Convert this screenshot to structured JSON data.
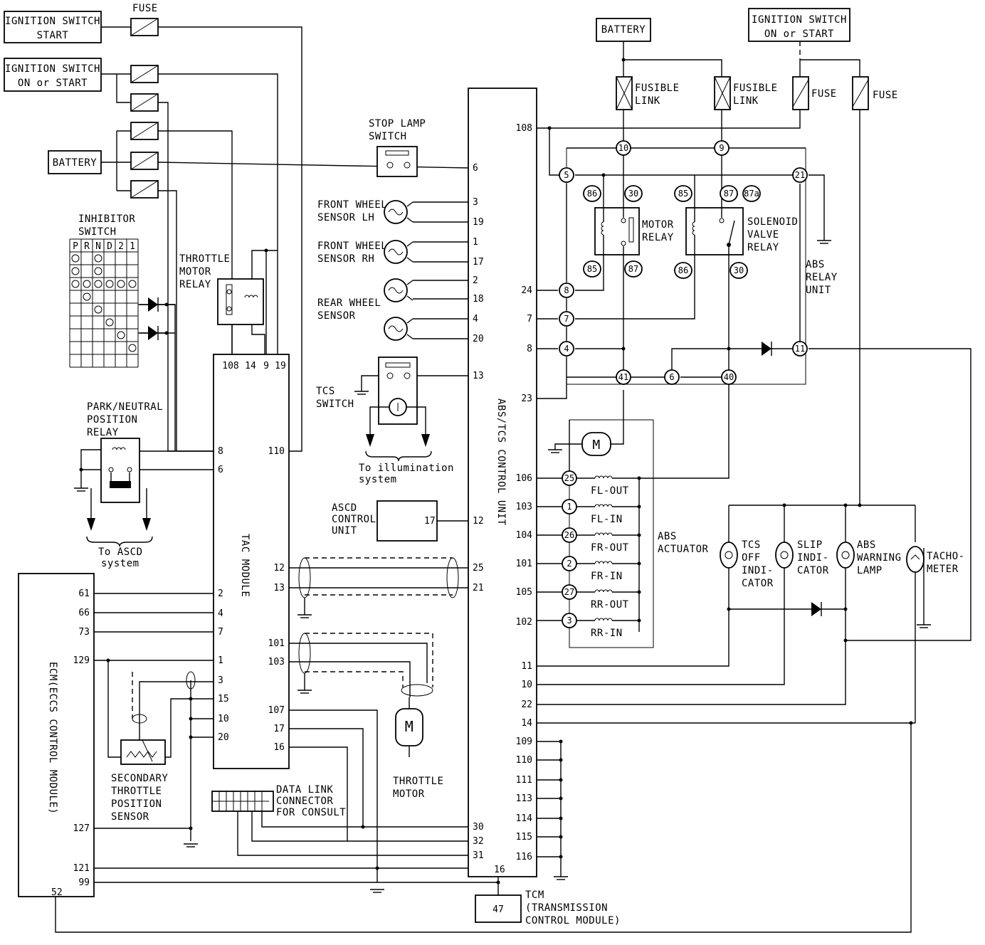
{
  "components": {
    "ign_start": [
      "IGNITION SWITCH",
      "START"
    ],
    "ign_on_left": [
      "IGNITION SWITCH",
      "ON or START"
    ],
    "fuse_top_left": "FUSE",
    "battery_left": "BATTERY",
    "inhibitor": [
      "INHIBITOR",
      "SWITCH"
    ],
    "inhibitor_positions": [
      "P",
      "R",
      "N",
      "D",
      "2",
      "1"
    ],
    "throttle_motor_relay": [
      "THROTTLE",
      "MOTOR",
      "RELAY"
    ],
    "pn_relay": [
      "PARK/NEUTRAL",
      "POSITION",
      "RELAY"
    ],
    "to_ascd": [
      "To ASCD",
      "system"
    ],
    "tac_module": "TAC MODULE",
    "ecm": "ECM(ECCS CONTROL MODULE)",
    "secondary_tps": [
      "SECONDARY",
      "THROTTLE",
      "POSITION",
      "SENSOR"
    ],
    "data_link": [
      "DATA LINK",
      "CONNECTOR",
      "FOR CONSULT"
    ],
    "throttle_motor": [
      "THROTTLE",
      "MOTOR"
    ],
    "motor_symbol": "M",
    "stop_lamp": [
      "STOP LAMP",
      "SWITCH"
    ],
    "fw_lh": [
      "FRONT WHEEL",
      "SENSOR LH"
    ],
    "fw_rh": [
      "FRONT WHEEL",
      "SENSOR RH"
    ],
    "rear_wheel": [
      "REAR WHEEL",
      "SENSOR"
    ],
    "tcs_switch": [
      "TCS",
      "SWITCH"
    ],
    "to_illum": [
      "To illumination",
      "system"
    ],
    "ascd_unit": [
      "ASCD",
      "CONTROL",
      "UNIT"
    ],
    "ascd_pin": "17",
    "abs_tcs": "ABS/TCS CONTROL UNIT",
    "battery_right": "BATTERY",
    "ign_on_right": [
      "IGNITION SWITCH",
      "ON or START"
    ],
    "fusible_link": [
      "FUSIBLE",
      "LINK"
    ],
    "fuse": "FUSE",
    "motor_relay": [
      "MOTOR",
      "RELAY"
    ],
    "solenoid_relay": [
      "SOLENOID",
      "VALVE",
      "RELAY"
    ],
    "abs_relay_unit": [
      "ABS",
      "RELAY",
      "UNIT"
    ],
    "abs_actuator": [
      "ABS",
      "ACTUATOR"
    ],
    "tcs_off": [
      "TCS",
      "OFF",
      "INDI-",
      "CATOR"
    ],
    "slip_ind": [
      "SLIP",
      "INDI-",
      "CATOR"
    ],
    "abs_warning": [
      "ABS",
      "WARNING",
      "LAMP"
    ],
    "tachometer": [
      "TACHO-",
      "METER"
    ],
    "tcm": [
      "TCM",
      "(TRANSMISSION",
      "CONTROL MODULE)"
    ],
    "tcm_pin": "47",
    "tcm_abs_pin": "16",
    "ecm_bottom_pin": "52"
  },
  "tac_top_pins": [
    "108",
    "14",
    "9",
    "19"
  ],
  "tac_left_pins": [
    "8",
    "6",
    "2",
    "4",
    "7",
    "1",
    "3",
    "15",
    "10",
    "20"
  ],
  "tac_right_pins": [
    "110",
    "12",
    "13",
    "101",
    "103",
    "107",
    "17",
    "16"
  ],
  "ecm_pins": [
    "61",
    "66",
    "73",
    "129",
    "127",
    "121",
    "99"
  ],
  "abs_left_pins": [
    "6",
    "3",
    "19",
    "1",
    "17",
    "2",
    "18",
    "4",
    "20",
    "13",
    "12",
    "25",
    "21",
    "30",
    "32",
    "31"
  ],
  "abs_right_pins": [
    "108",
    "24",
    "7",
    "8",
    "23",
    "106",
    "103",
    "104",
    "101",
    "105",
    "102",
    "11",
    "10",
    "22",
    "14",
    "109",
    "110",
    "111",
    "113",
    "114",
    "115",
    "116"
  ],
  "relay_circle_nums": [
    "10",
    "9",
    "5",
    "21",
    "8",
    "7",
    "4",
    "41",
    "6",
    "40",
    "11"
  ],
  "relay_tags": [
    "86",
    "30",
    "85",
    "87",
    "87a",
    "85",
    "87",
    "86",
    "30"
  ],
  "actuator_circles": [
    "25",
    "1",
    "26",
    "2",
    "27",
    "3"
  ],
  "actuator_coils": [
    "FL-OUT",
    "FL-IN",
    "FR-OUT",
    "FR-IN",
    "RR-OUT",
    "RR-IN"
  ]
}
